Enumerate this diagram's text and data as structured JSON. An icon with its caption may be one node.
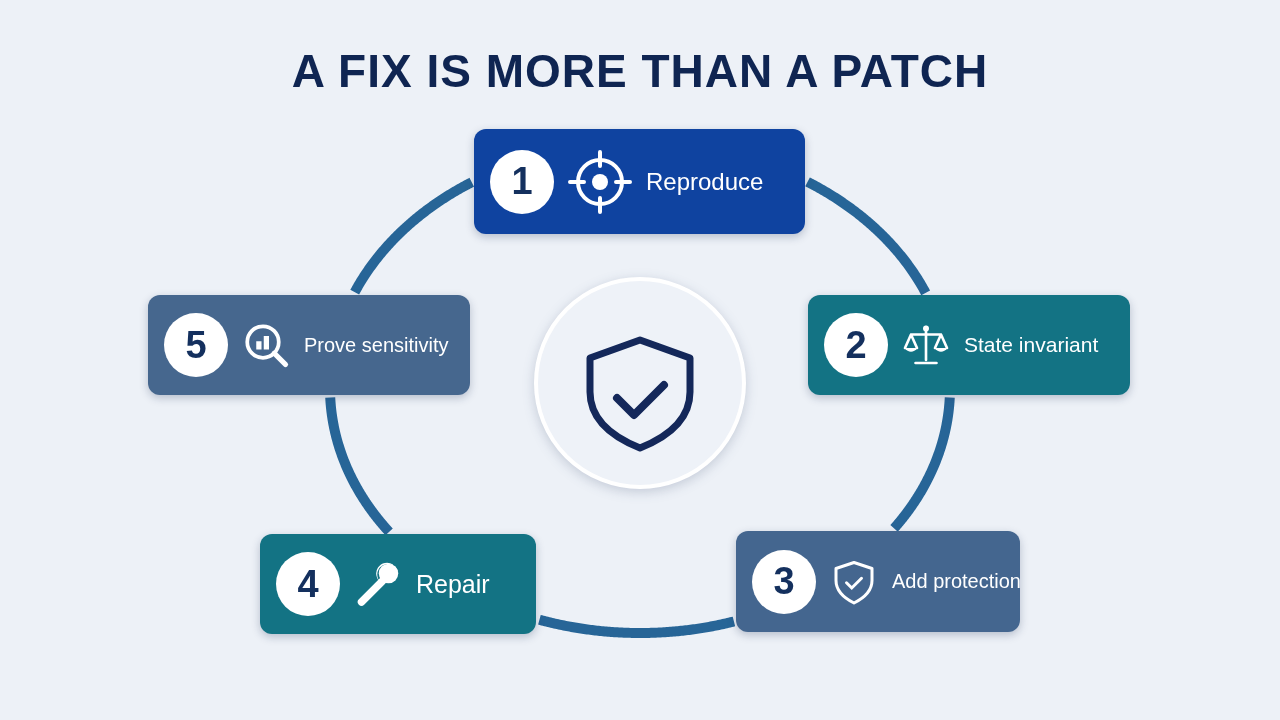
{
  "diagram": {
    "title": "A FIX IS MORE THAN A PATCH",
    "nodes": [
      {
        "text": [
          "1",
          "Reproduce"
        ]
      },
      {
        "text": [
          "2",
          "State invariant"
        ]
      },
      {
        "text": [
          "3",
          "Add protection"
        ]
      },
      {
        "text": [
          "4",
          "Repair"
        ]
      },
      {
        "text": [
          "5",
          "Prove sensitivity"
        ]
      }
    ],
    "edges": [
      {
        "from": 0,
        "to": 1,
        "arrow": "none"
      },
      {
        "from": 1,
        "to": 2,
        "arrow": "none"
      },
      {
        "from": 2,
        "to": 3,
        "arrow": "none"
      },
      {
        "from": 3,
        "to": 4,
        "arrow": "none"
      },
      {
        "from": 4,
        "to": 0,
        "arrow": "none"
      }
    ]
  }
}
